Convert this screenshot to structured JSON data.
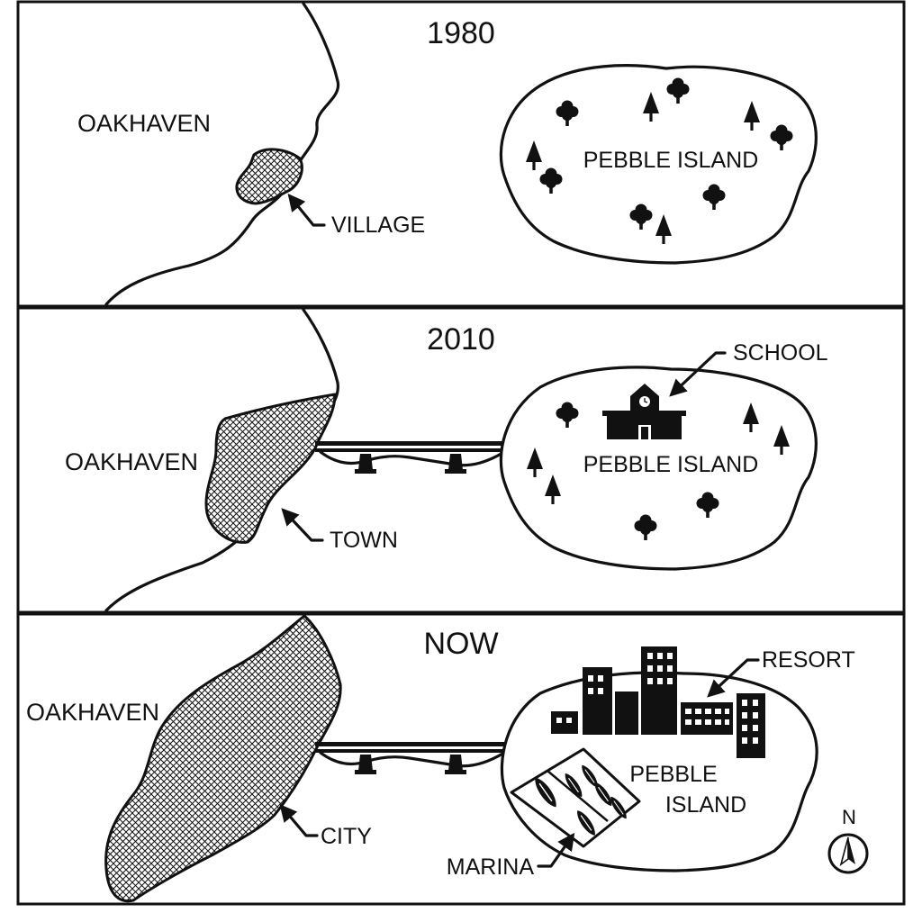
{
  "panels": [
    {
      "year": "1980",
      "mainland": "OAKHAVEN",
      "settlement": "VILLAGE",
      "island_name": "PEBBLE ISLAND"
    },
    {
      "year": "2010",
      "mainland": "OAKHAVEN",
      "settlement": "TOWN",
      "island_name": "PEBBLE ISLAND",
      "feature": "SCHOOL"
    },
    {
      "year": "NOW",
      "mainland": "OAKHAVEN",
      "settlement": "CITY",
      "island_name_line1": "PEBBLE",
      "island_name_line2": "ISLAND",
      "feature_1": "RESORT",
      "feature_2": "MARINA"
    }
  ],
  "compass": {
    "letter": "N"
  },
  "icons": [
    "deciduous-tree-icon",
    "conifer-tree-icon",
    "school-building-icon",
    "bridge-icon",
    "resort-building-icon",
    "boat-icon",
    "compass-icon"
  ],
  "colors": {
    "ink": "#111111",
    "paper": "#ffffff"
  }
}
